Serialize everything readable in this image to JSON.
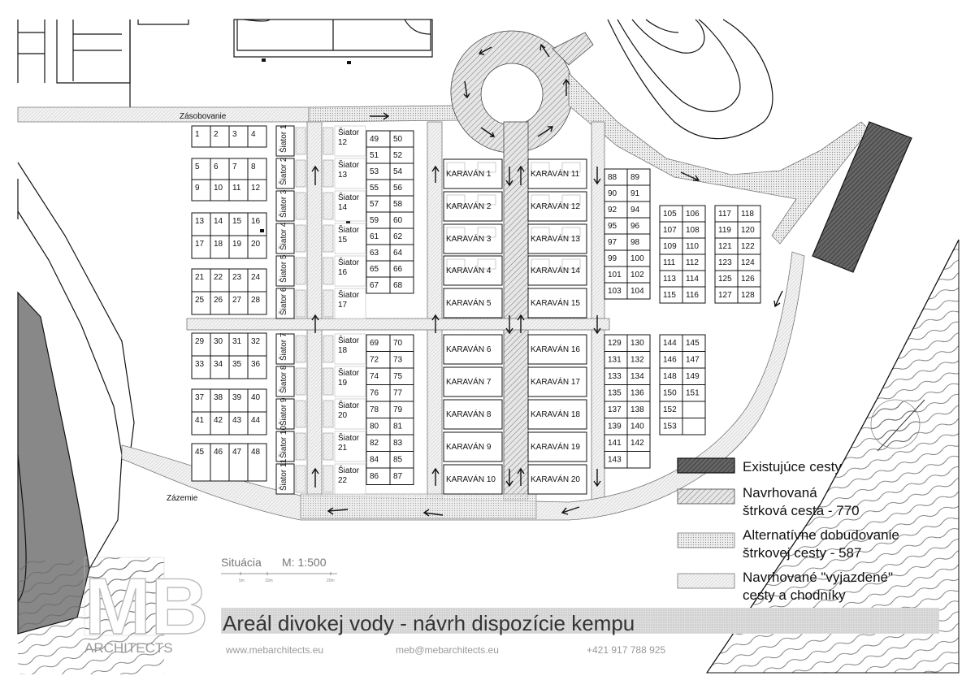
{
  "labels": {
    "zasobovanie": "Zásobovanie",
    "zazemie": "Zázemie",
    "situacia": "Situácia",
    "mierka": "M: 1:500",
    "scale_5": "5m",
    "scale_10": "10m",
    "scale_20": "20m"
  },
  "title": "Areál divokej vody - návrh dispozície kempu",
  "footer": {
    "web": "www.mebarchitects.eu",
    "email": "meb@mebarchitects.eu",
    "phone": "+421 917 788 925"
  },
  "logo": {
    "brand": "MB",
    "text": "ARCHITECTS"
  },
  "legend": [
    {
      "type": "existujuce",
      "line1": "Existujúce cesty",
      "line2": ""
    },
    {
      "type": "navrhovana",
      "line1": "Navrhovaná",
      "line2": "štrková cesta - 770"
    },
    {
      "type": "alternativne",
      "line1": "Alternatívne dobudovanie",
      "line2": "štrkovej cesty - 587"
    },
    {
      "type": "vyjazdene",
      "line1": "Navrhované \"vyjazdené\"",
      "line2": "cesty a chodníky"
    }
  ],
  "tents": [
    "1",
    "2",
    "3",
    "4",
    "5",
    "6",
    "7",
    "8",
    "9",
    "10",
    "11",
    "12",
    "13",
    "14",
    "15",
    "16",
    "17",
    "18",
    "19",
    "20",
    "21",
    "22"
  ],
  "tent_word": "Šiator",
  "karavans": [
    "KARAVÁN 1",
    "KARAVÁN 2",
    "KARAVÁN 3",
    "KARAVÁN 4",
    "KARAVÁN 5",
    "KARAVÁN 6",
    "KARAVÁN 7",
    "KARAVÁN 8",
    "KARAVÁN 9",
    "KARAVÁN 10",
    "KARAVÁN 11",
    "KARAVÁN 12",
    "KARAVÁN 13",
    "KARAVÁN 14",
    "KARAVÁN 15",
    "KARAVÁN 16",
    "KARAVÁN 17",
    "KARAVÁN 18",
    "KARAVÁN 19",
    "KARAVÁN 20"
  ],
  "plots": {
    "g1": [
      [
        "1",
        "2",
        "3",
        "4"
      ]
    ],
    "g2": [
      [
        "5",
        "6",
        "7",
        "8"
      ],
      [
        "9",
        "10",
        "11",
        "12"
      ]
    ],
    "g3": [
      [
        "13",
        "14",
        "15",
        "16"
      ],
      [
        "17",
        "18",
        "19",
        "20"
      ]
    ],
    "g4": [
      [
        "21",
        "22",
        "23",
        "24"
      ],
      [
        "25",
        "26",
        "27",
        "28"
      ]
    ],
    "g5": [
      [
        "29",
        "30",
        "31",
        "32"
      ],
      [
        "33",
        "34",
        "35",
        "36"
      ]
    ],
    "g6": [
      [
        "37",
        "38",
        "39",
        "40"
      ],
      [
        "41",
        "42",
        "43",
        "44"
      ]
    ],
    "g7": [
      [
        "45",
        "46",
        "47",
        "48"
      ]
    ],
    "c1": [
      [
        "49",
        "50"
      ],
      [
        "51",
        "52"
      ],
      [
        "53",
        "54"
      ],
      [
        "55",
        "56"
      ],
      [
        "57",
        "58"
      ],
      [
        "59",
        "60"
      ],
      [
        "61",
        "62"
      ],
      [
        "63",
        "64"
      ],
      [
        "65",
        "66"
      ],
      [
        "67",
        "68"
      ]
    ],
    "c2": [
      [
        "69",
        "70"
      ],
      [
        "72",
        "73"
      ],
      [
        "74",
        "75"
      ],
      [
        "76",
        "77"
      ],
      [
        "78",
        "79"
      ],
      [
        "80",
        "81"
      ],
      [
        "82",
        "83"
      ],
      [
        "84",
        "85"
      ],
      [
        "86",
        "87"
      ]
    ],
    "c3": [
      [
        "88",
        "89"
      ],
      [
        "90",
        "91"
      ],
      [
        "92",
        "94"
      ],
      [
        "95",
        "96"
      ],
      [
        "97",
        "98"
      ],
      [
        "99",
        "100"
      ],
      [
        "101",
        "102"
      ],
      [
        "103",
        "104"
      ]
    ],
    "c4": [
      [
        "105",
        "106"
      ],
      [
        "107",
        "108"
      ],
      [
        "109",
        "110"
      ],
      [
        "111",
        "112"
      ],
      [
        "113",
        "114"
      ],
      [
        "115",
        "116"
      ]
    ],
    "c5": [
      [
        "117",
        "118"
      ],
      [
        "119",
        "120"
      ],
      [
        "121",
        "122"
      ],
      [
        "123",
        "124"
      ],
      [
        "125",
        "126"
      ],
      [
        "127",
        "128"
      ]
    ],
    "c6": [
      [
        "129",
        "130"
      ],
      [
        "131",
        "132"
      ],
      [
        "133",
        "134"
      ],
      [
        "135",
        "136"
      ],
      [
        "137",
        "138"
      ],
      [
        "139",
        "140"
      ],
      [
        "141",
        "142"
      ],
      [
        "143",
        ""
      ]
    ],
    "c7": [
      [
        "144",
        "145"
      ],
      [
        "146",
        "147"
      ],
      [
        "148",
        "149"
      ],
      [
        "150",
        "151"
      ],
      [
        "152",
        ""
      ],
      [
        "153",
        ""
      ]
    ]
  }
}
